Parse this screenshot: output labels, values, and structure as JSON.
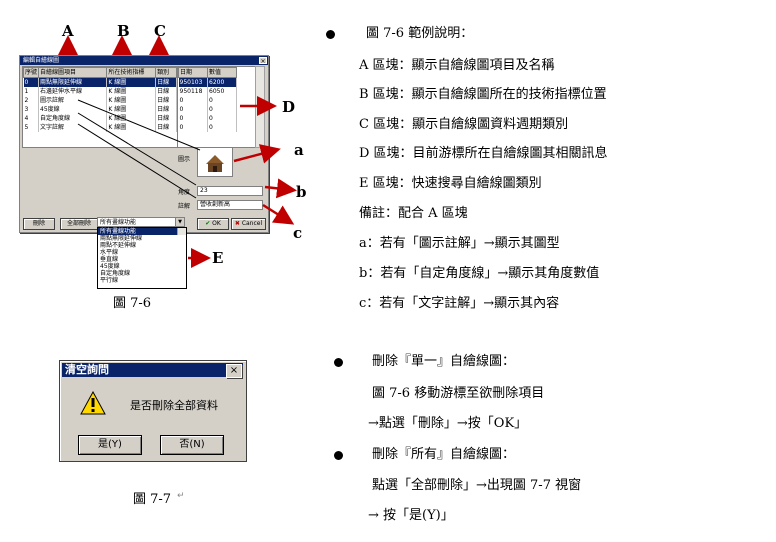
{
  "fig6": {
    "dialog_title": "編輯自繪線圖",
    "columns": [
      "序號",
      "自繪線圖項目",
      "所在技術指標",
      "類別"
    ],
    "rows": [
      {
        "no": "0",
        "item": "兩點無限延伸線",
        "indicator": "K 線圖",
        "cat": "日線"
      },
      {
        "no": "1",
        "item": "右邊延伸水平線",
        "indicator": "K 線圖",
        "cat": "日線"
      },
      {
        "no": "2",
        "item": "圖示註解",
        "indicator": "K 線圖",
        "cat": "日線"
      },
      {
        "no": "3",
        "item": "45度線",
        "indicator": "K 線圖",
        "cat": "日線"
      },
      {
        "no": "4",
        "item": "自定角度線",
        "indicator": "K 線圖",
        "cat": "日線"
      },
      {
        "no": "5",
        "item": "文字註解",
        "indicator": "K 線圖",
        "cat": "日線"
      }
    ],
    "info_columns": [
      "日期",
      "數值"
    ],
    "info_rows": [
      {
        "date": "950103",
        "value": "6200"
      },
      {
        "date": "950118",
        "value": "6050"
      },
      {
        "date": "0",
        "value": "0"
      },
      {
        "date": "0",
        "value": "0"
      },
      {
        "date": "0",
        "value": "0"
      },
      {
        "date": "0",
        "value": "0"
      }
    ],
    "icon_label": "圖示",
    "angle_label": "角度",
    "angle_value": "23",
    "note_label": "註解",
    "note_value": "營收創新高",
    "delete_label": "刪除",
    "delete_all_label": "全部刪除",
    "filter_value": "所有畫線功能",
    "filter_options": [
      "所有畫線功能",
      "兩點無限延伸線",
      "兩點不延伸線",
      "水平線",
      "垂直線",
      "45度線",
      "自定角度線",
      "平行線"
    ],
    "ok_label": "OK",
    "cancel_label": "Cancel",
    "letters": {
      "A": "A",
      "B": "B",
      "C": "C",
      "D": "D",
      "E": "E",
      "a": "a",
      "b": "b",
      "c": "c"
    },
    "caption": "圖 7-6"
  },
  "fig7": {
    "title": "清空詢問",
    "message": "是否刪除全部資料",
    "yes_label": "是(Y)",
    "no_label": "否(N)",
    "caption": "圖 7-7"
  },
  "explain": {
    "heading": "圖 7-6 範例說明：",
    "lines": [
      "A 區塊：顯示自繪線圖項目及名稱",
      "B 區塊：顯示自繪線圖所在的技術指標位置",
      "C 區塊：顯示自繪線圖資料週期類別",
      "D 區塊：目前游標所在自繪線圖其相關訊息",
      "E 區塊：快速搜尋自繪線圖類別",
      "備註：配合 A 區塊",
      "a：若有「圖示註解」→顯示其圖型",
      "b：若有「自定角度線」→顯示其角度數值",
      "c：若有「文字註解」→顯示其內容"
    ]
  },
  "delete_single": {
    "heading": "刪除『單一』自繪線圖：",
    "lines": [
      "圖 7-6 移動游標至欲刪除項目",
      "→點選「刪除」→按「OK」"
    ]
  },
  "delete_all": {
    "heading": "刪除『所有』自繪線圖：",
    "lines": [
      "點選「全部刪除」→出現圖 7-7 視窗",
      "→ 按「是(Y)」"
    ]
  },
  "colors": {
    "arrow": "#c00000",
    "titlebar": "#0a246a"
  }
}
